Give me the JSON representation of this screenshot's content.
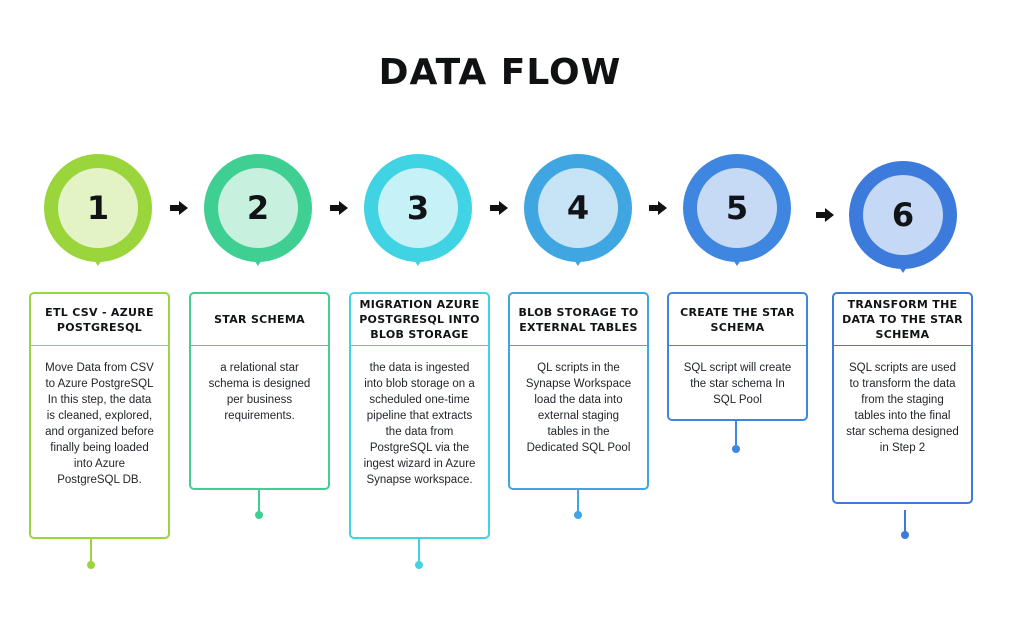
{
  "title": "DATA FLOW",
  "steps": [
    {
      "number": "1",
      "heading": "ETL CSV -  AZURE POSTGRESQL",
      "body": "Move Data from CSV to Azure PostgreSQL In this step, the data is cleaned, explored, and organized before finally being loaded into Azure PostgreSQL DB.",
      "color": "#9bd53c",
      "inner_color": "#e3f3c6"
    },
    {
      "number": "2",
      "heading": "STAR SCHEMA",
      "body": "a relational star schema is designed per business requirements.",
      "color": "#3fcf93",
      "inner_color": "#c8f0de"
    },
    {
      "number": "3",
      "heading": "MIGRATION AZURE POSTGRESQL INTO BLOB STORAGE",
      "body": "the data is ingested into blob storage on a scheduled one-time pipeline that extracts the data from PostgreSQL via the ingest wizard in Azure Synapse workspace.",
      "color": "#40d3e3",
      "inner_color": "#c6f1f6"
    },
    {
      "number": "4",
      "heading": "BLOB STORAGE TO EXTERNAL TABLES",
      "body": "QL scripts in the Synapse Workspace load the data into external staging tables in the Dedicated SQL Pool",
      "color": "#3fa6e2",
      "inner_color": "#c7e4f6"
    },
    {
      "number": "5",
      "heading": "CREATE THE STAR SCHEMA",
      "body": "SQL script will create the star schema In SQL Pool",
      "color": "#3f86e0",
      "inner_color": "#c6daf5"
    },
    {
      "number": "6",
      "heading": "TRANSFORM THE DATA TO THE STAR SCHEMA",
      "body": "SQL scripts are used to transform the data from the staging tables into the final star schema designed in Step 2",
      "color": "#3c7bdc",
      "inner_color": "#c5d8f5"
    }
  ],
  "arrow_color": "#111111"
}
